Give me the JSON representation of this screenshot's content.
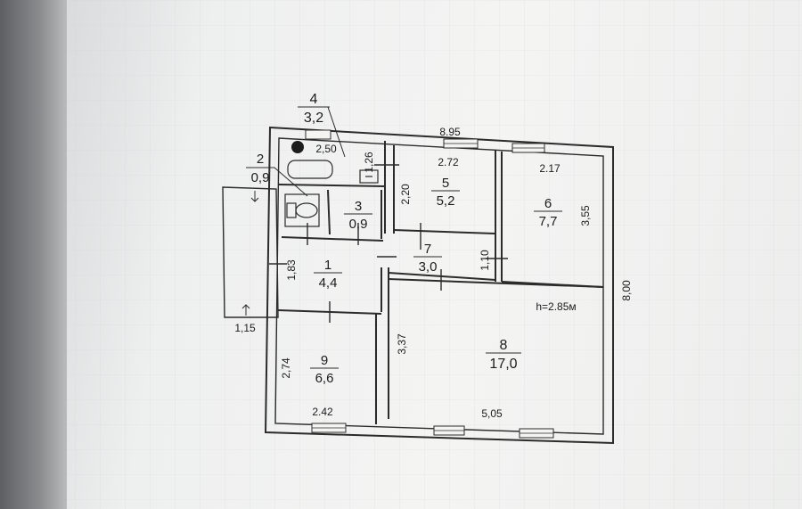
{
  "rooms": [
    {
      "number": "1",
      "area": "4,4"
    },
    {
      "number": "2",
      "area": "0,9"
    },
    {
      "number": "3",
      "area": "0,9"
    },
    {
      "number": "4",
      "area": "3,2"
    },
    {
      "number": "5",
      "area": "5,2"
    },
    {
      "number": "6",
      "area": "7,7"
    },
    {
      "number": "7",
      "area": "3,0"
    },
    {
      "number": "8",
      "area": "17,0"
    },
    {
      "number": "9",
      "area": "6,6"
    }
  ],
  "dimensions": {
    "overall_width": "8.95",
    "overall_depth": "8,00",
    "room4_width": "2,50",
    "room4_depth": "1,26",
    "room5_width": "2.72",
    "room5_depth": "2,20",
    "room6_width": "2.17",
    "room6_depth": "3,55",
    "room7_depth": "1,10",
    "room1_depth": "1,83",
    "room8_depth": "3,37",
    "room8_width": "5,05",
    "room9_depth": "2,74",
    "room9_width": "2.42",
    "porch_width": "1,15"
  },
  "ceiling_height": "h=2.85м"
}
